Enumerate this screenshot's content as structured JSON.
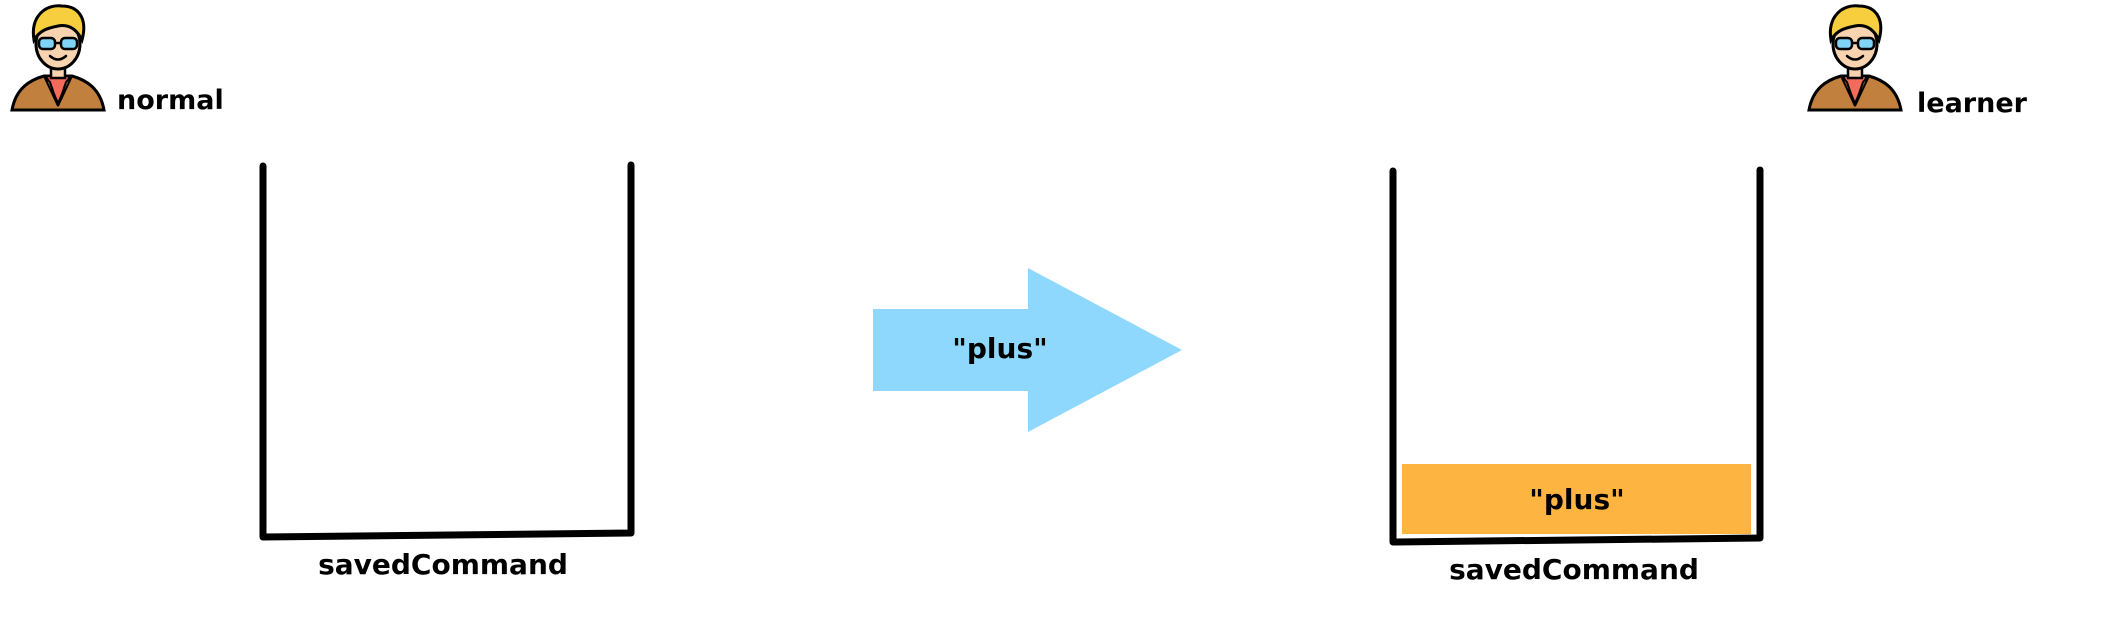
{
  "left_state": {
    "user_label": "normal",
    "stack_label": "savedCommand",
    "stack_items": []
  },
  "transition": {
    "label": "\"plus\""
  },
  "right_state": {
    "user_label": "learner",
    "stack_label": "savedCommand",
    "stack_items": [
      "\"plus\""
    ]
  },
  "colors": {
    "arrow": "#8FD8FD",
    "stack_item": "#FDB440",
    "stack_outline": "#000000"
  },
  "icons": {
    "user": "user-with-glasses-icon"
  }
}
